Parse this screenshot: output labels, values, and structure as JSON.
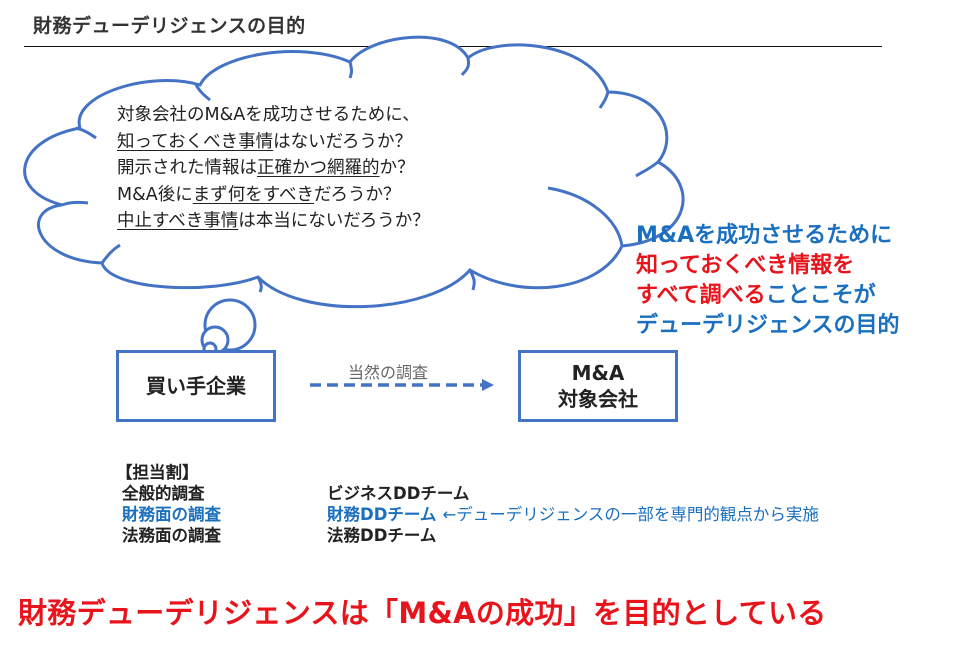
{
  "header": {
    "title": "財務デューデリジェンスの目的"
  },
  "thought_cloud": {
    "lines": [
      [
        {
          "text": "対象会社のM&Aを成功させるために、",
          "underline": false
        }
      ],
      [
        {
          "text": "知っておくべき事情",
          "underline": true
        },
        {
          "text": "はないだろうか？",
          "underline": false
        }
      ],
      [
        {
          "text": "開示された情報は",
          "underline": false
        },
        {
          "text": "正確かつ網羅的",
          "underline": true
        },
        {
          "text": "か？",
          "underline": false
        }
      ],
      [
        {
          "text": "M&A後に",
          "underline": false
        },
        {
          "text": "まず何をすべき",
          "underline": true
        },
        {
          "text": "だろうか？",
          "underline": false
        }
      ],
      [
        {
          "text": "中止すべき事情",
          "underline": true
        },
        {
          "text": "は本当にないだろうか？",
          "underline": false
        }
      ]
    ]
  },
  "callout": {
    "lines": [
      [
        {
          "text": "M&Aを成功させるために",
          "color": "blue"
        }
      ],
      [
        {
          "text": "知っておくべき情報を",
          "color": "red"
        }
      ],
      [
        {
          "text": "すべて調べる",
          "color": "red"
        },
        {
          "text": "ことこそが",
          "color": "blue"
        }
      ],
      [
        {
          "text": "デューデリジェンスの目的",
          "color": "blue"
        }
      ]
    ]
  },
  "diagram": {
    "buyer_label": "買い手企業",
    "target_label_line1": "M&A",
    "target_label_line2": "対象会社",
    "arrow_label": "当然の調査"
  },
  "roles": {
    "heading": "【担当割】",
    "rows": [
      {
        "area": "全般的調査",
        "team": "ビジネスDDチーム",
        "note": "",
        "highlight": false
      },
      {
        "area": "財務面の調査",
        "team": "財務DDチーム",
        "note": "←デューデリジェンスの一部を専門的観点から実施",
        "highlight": true
      },
      {
        "area": "法務面の調査",
        "team": "法務DDチーム",
        "note": "",
        "highlight": false
      }
    ]
  },
  "conclusion": {
    "text": "財務デューデリジェンスは「M&Aの成功」を目的としている"
  },
  "colors": {
    "accent_blue": "#1a6fbf",
    "accent_red": "#e8141c",
    "shape_blue": "#4472c4",
    "text_dark": "#222222"
  }
}
